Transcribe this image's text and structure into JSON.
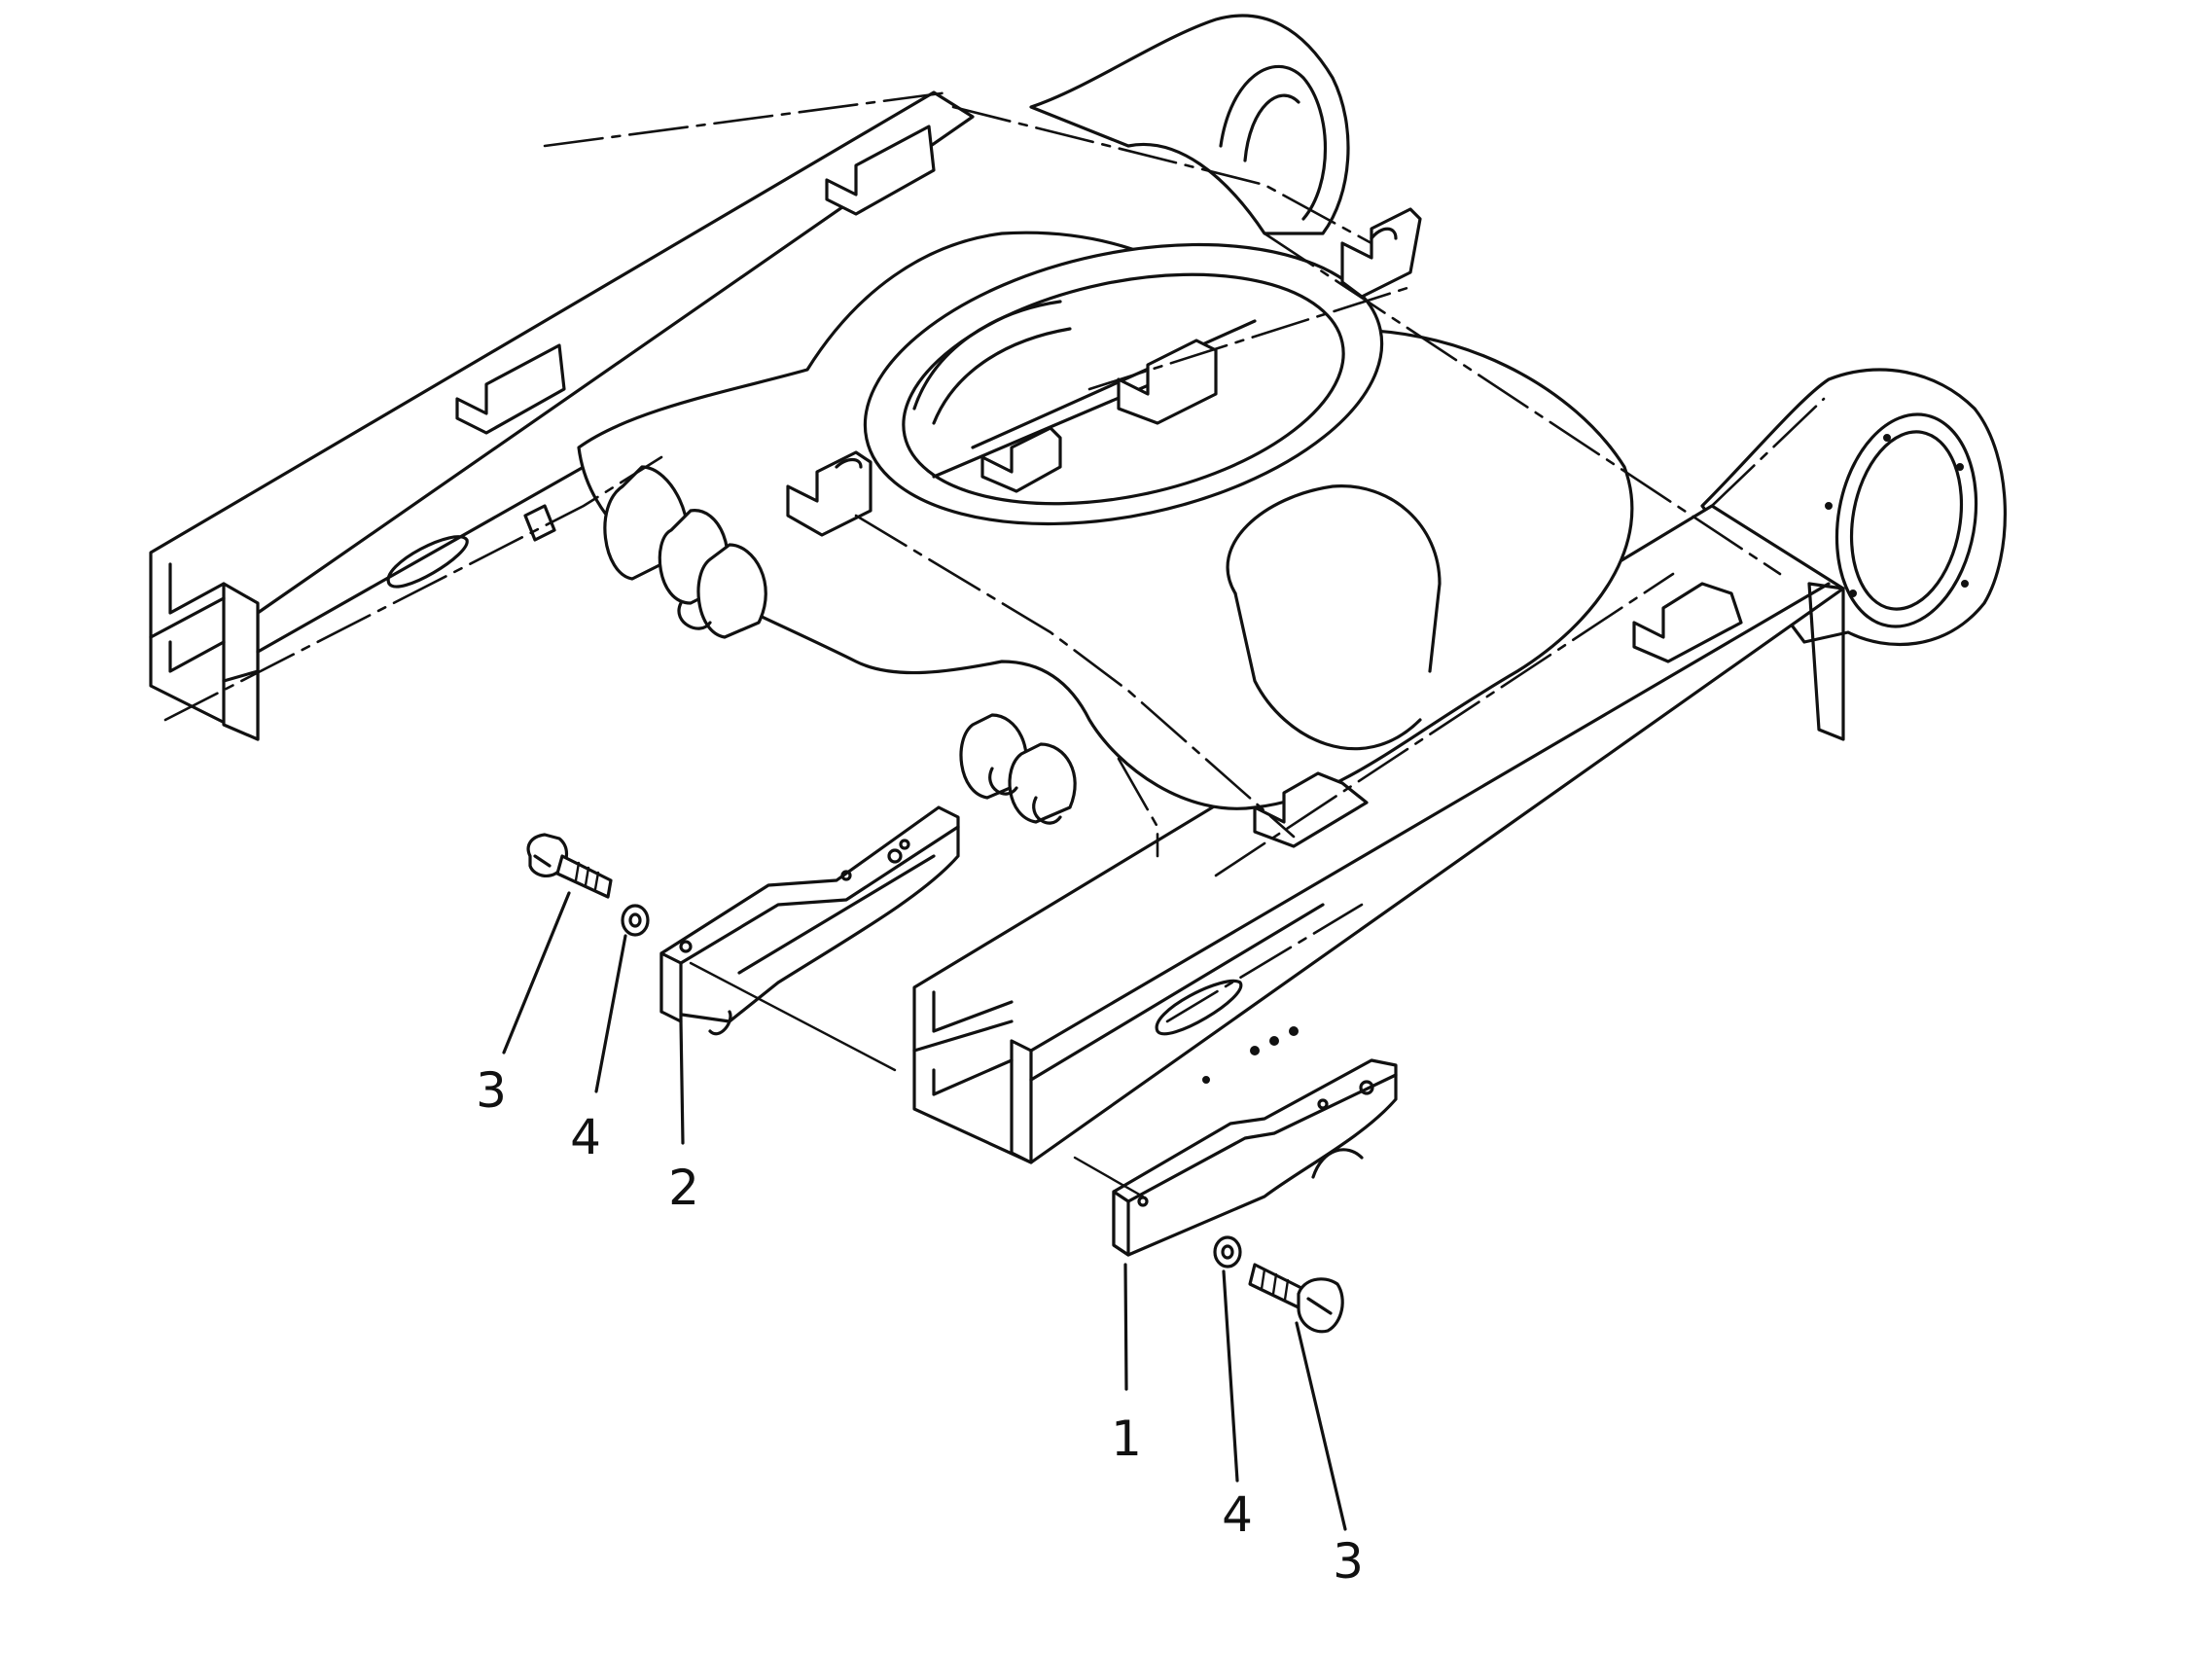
{
  "callouts": [
    {
      "id": "c1",
      "text": "1"
    },
    {
      "id": "c2",
      "text": "2"
    },
    {
      "id": "c3a",
      "text": "3"
    },
    {
      "id": "c3b",
      "text": "3"
    },
    {
      "id": "c4a",
      "text": "4"
    },
    {
      "id": "c4b",
      "text": "4"
    }
  ]
}
